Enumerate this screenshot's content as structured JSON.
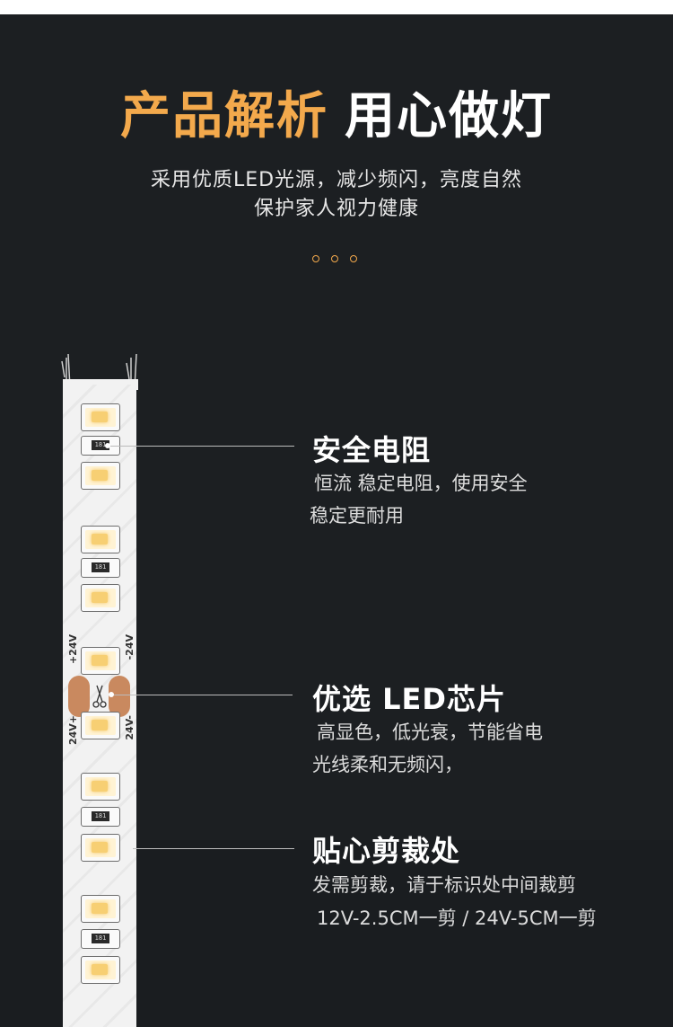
{
  "header": {
    "title_accent": "产品解析",
    "title_main": "用心做灯",
    "subtitle_line1": "采用优质LED光源，减少频闪，亮度自然",
    "subtitle_line2": "保护家人视力健康"
  },
  "strip": {
    "resistor_code": "181",
    "label_plus": "+24V",
    "label_minus": "-24V",
    "label_plus_2": "24V+",
    "label_minus_2": "24V-"
  },
  "features": [
    {
      "title": "安全电阻",
      "desc_line1": "恒流 稳定电阻，使用安全",
      "desc_line2": "稳定更耐用"
    },
    {
      "title": "优选 LED芯片",
      "desc_line1": "高显色，低光衰，节能省电",
      "desc_line2": "光线柔和无频闪，"
    },
    {
      "title": "贴心剪裁处",
      "desc_line1": "发需剪裁，请于标识处中间裁剪",
      "desc_line2": "12V-2.5CM一剪 / 24V-5CM一剪"
    }
  ],
  "colors": {
    "accent": "#f3a94c",
    "background": "#1c1f22",
    "copper_pad": "#c9895f"
  }
}
